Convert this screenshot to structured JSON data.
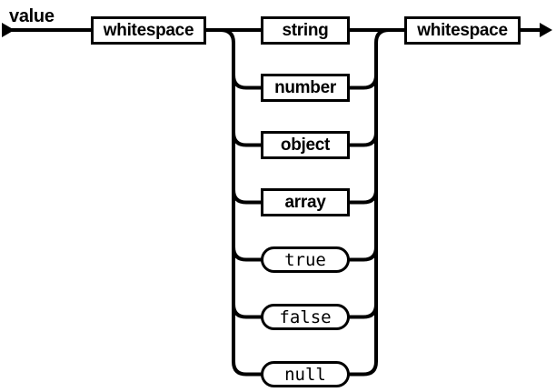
{
  "diagram": {
    "title": "value",
    "entry_node": {
      "label": "whitespace",
      "type": "nonterminal"
    },
    "exit_node": {
      "label": "whitespace",
      "type": "nonterminal"
    },
    "branches": [
      {
        "label": "string",
        "type": "nonterminal"
      },
      {
        "label": "number",
        "type": "nonterminal"
      },
      {
        "label": "object",
        "type": "nonterminal"
      },
      {
        "label": "array",
        "type": "nonterminal"
      },
      {
        "label": "true",
        "type": "terminal"
      },
      {
        "label": "false",
        "type": "terminal"
      },
      {
        "label": "null",
        "type": "terminal"
      }
    ],
    "colors": {
      "stroke": "#000000",
      "background": "#ffffff",
      "node_fill": "#ffffff"
    }
  }
}
